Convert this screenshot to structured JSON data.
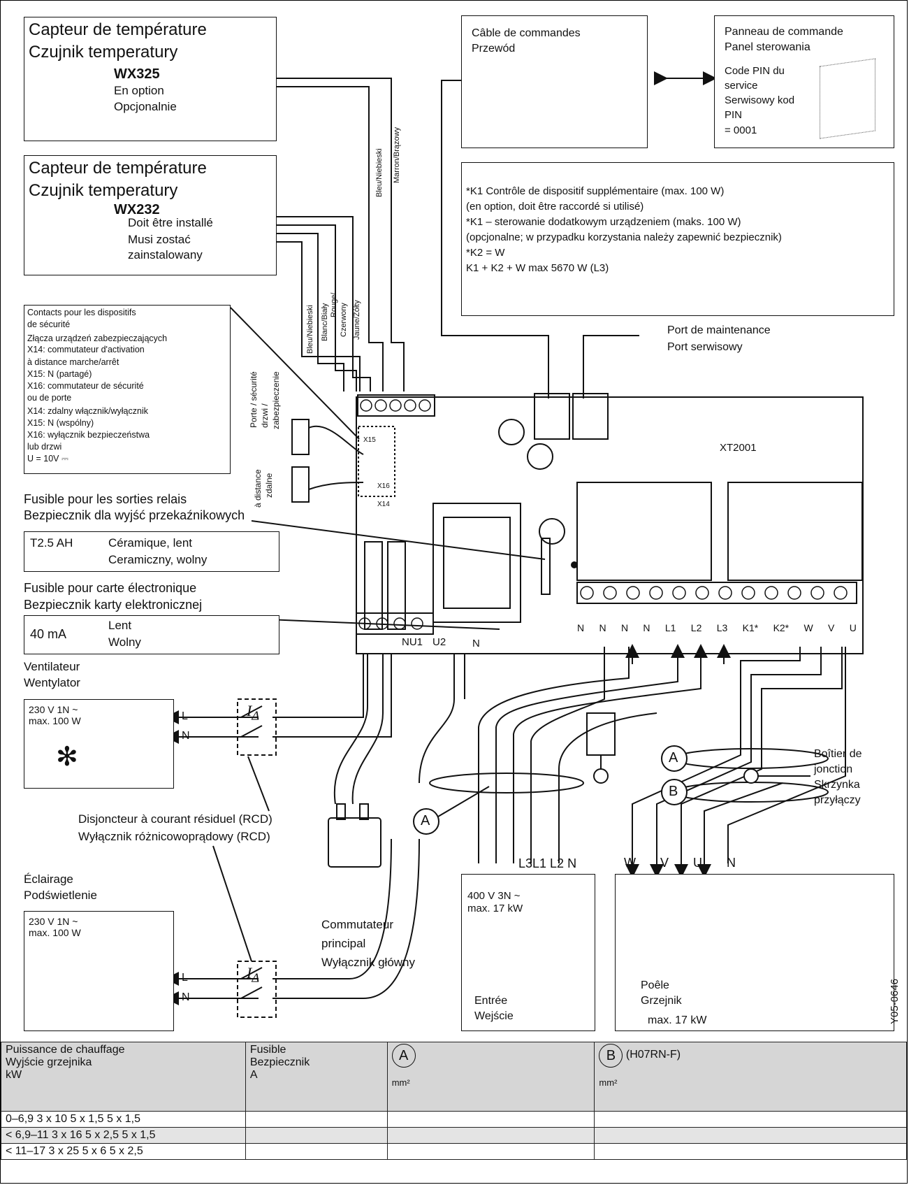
{
  "sensor1": {
    "title1": "Capteur de température",
    "title2": "Czujnik temperatury",
    "model": "WX325",
    "opt1": "En option",
    "opt2": "Opcjonalnie"
  },
  "sensor2": {
    "title1": "Capteur de température",
    "title2": "Czujnik temperatury",
    "model": "WX232",
    "req1": "Doit être installé",
    "req2": "Musi zostać",
    "req3": "zainstalowany"
  },
  "cable": {
    "l1": "Câble de commandes",
    "l2": "Przewód"
  },
  "panel": {
    "l1": "Panneau de commande",
    "l2": "Panel sterowania",
    "pin1": "Code PIN du",
    "pin2": "service",
    "pin3": "Serwisowy kod",
    "pin4": "PIN",
    "pin5": "= 0001"
  },
  "k1note": {
    "l1": "*K1 Contrôle de dispositif supplémentaire (max. 100 W)",
    "l2": "(en option, doit être raccordé si utilisé)",
    "l3": "*K1 – sterowanie dodatkowym urządzeniem (maks. 100 W)",
    "l4": "(opcjonalne; w przypadku korzystania należy zapewnić bezpiecznik)",
    "l5": "*K2 = W",
    "l6": "K1 + K2 + W max 5670 W (L3)"
  },
  "wire_colors": {
    "w1": "Bleu/Niebieski",
    "w2": "Marron/Brązowy",
    "w3": "Bleu/Niebieski",
    "w4": "Blanc/Biały",
    "w5": "Rouge/",
    "w6": "Czerwony",
    "w7": "Jaune/Żółty"
  },
  "contacts": {
    "l1": "Contacts pour les dispositifs",
    "l2": "de sécurité",
    "l3": "Złącza urządzeń zabezpieczających",
    "l4": "X14: commutateur d'activation",
    "l5": "à distance marche/arrêt",
    "l6": "X15: N (partagé)",
    "l7": "X16: commutateur de sécurité",
    "l8": "ou de porte",
    "l9": "X14: zdalny włącznik/wyłącznik",
    "l10": "X15: N (wspólny)",
    "l11": "X16: wyłącznik bezpieczeństwa",
    "l12": "lub drzwi",
    "l13": "U = 10V ⎓"
  },
  "door_label": {
    "a": "Porte / sécurité",
    "b": "drzwi /",
    "c": "zabezpieczenie"
  },
  "remote_label": {
    "a": "à distance",
    "b": "zdalne"
  },
  "x_labels": {
    "x15": "X15",
    "x16": "X16",
    "x14": "X14"
  },
  "service_port": {
    "l1": "Port de maintenance",
    "l2": "Port serwisowy"
  },
  "board": {
    "name": "XT2001"
  },
  "terminals": [
    "N",
    "N",
    "N",
    "N",
    "L1",
    "L2",
    "L3",
    "K1*",
    "K2*",
    "W",
    "V",
    "U"
  ],
  "low_terminals": {
    "n": "N",
    "u1": "U1",
    "u2": "U2",
    "n2": "N"
  },
  "relay_fuse": {
    "title1": "Fusible pour les sorties relais",
    "title2": "Bezpiecznik dla wyjść przekaźnikowych",
    "rating": "T2.5 AH",
    "d1": "Céramique, lent",
    "d2": "Ceramiczny, wolny"
  },
  "board_fuse": {
    "title1": "Fusible pour carte électronique",
    "title2": "Bezpiecznik karty elektronicznej",
    "rating": "40 mA",
    "d1": "Lent",
    "d2": "Wolny"
  },
  "fan": {
    "title1": "Ventilateur",
    "title2": "Wentylator",
    "spec1": "230 V 1N ~",
    "spec2": "max. 100 W",
    "L": "L",
    "N": "N"
  },
  "light": {
    "title1": "Éclairage",
    "title2": "Podświetlenie",
    "spec1": "230 V 1N ~",
    "spec2": "max. 100 W",
    "L": "L",
    "N": "N"
  },
  "rcd": {
    "l1": "Disjoncteur à courant résiduel (RCD)",
    "l2": "Wyłącznik różnicowoprądowy (RCD)",
    "sym": "I"
  },
  "main_switch": {
    "l1": "Commutateur",
    "l2": "principal",
    "l3": "Wyłącznik główny"
  },
  "junction": {
    "l1": "Boîtier de",
    "l2": "jonction",
    "l3": "Skrzynka",
    "l4": "przyłączy"
  },
  "labels_ab": {
    "a": "A",
    "b": "B"
  },
  "input": {
    "terms": "L3L1 L2 N",
    "spec1": "400 V 3N ~",
    "spec2": "max. 17 kW",
    "l1": "Entrée",
    "l2": "Wejście"
  },
  "heater": {
    "terms": [
      "W",
      "V",
      "U",
      "N"
    ],
    "l1": "Poêle",
    "l2": "Grzejnik",
    "l3": "max. 17 kW"
  },
  "code": "Y05-0646",
  "table": {
    "h1a": "Puissance de chauffage",
    "h1b": "Wyjście grzejnika",
    "h1c": "kW",
    "h2a": "Fusible",
    "h2b": "Bezpiecznik",
    "h2c": "A",
    "h3": "mm²",
    "h4b": "(H07RN-F)",
    "h4": "mm²",
    "rows": [
      "0–6,9 3 x 10 5 x 1,5 5 x 1,5",
      "< 6,9–11 3 x 16 5 x 2,5 5 x 1,5",
      "< 11–17 3 x 25 5 x 6 5 x 2,5"
    ]
  }
}
